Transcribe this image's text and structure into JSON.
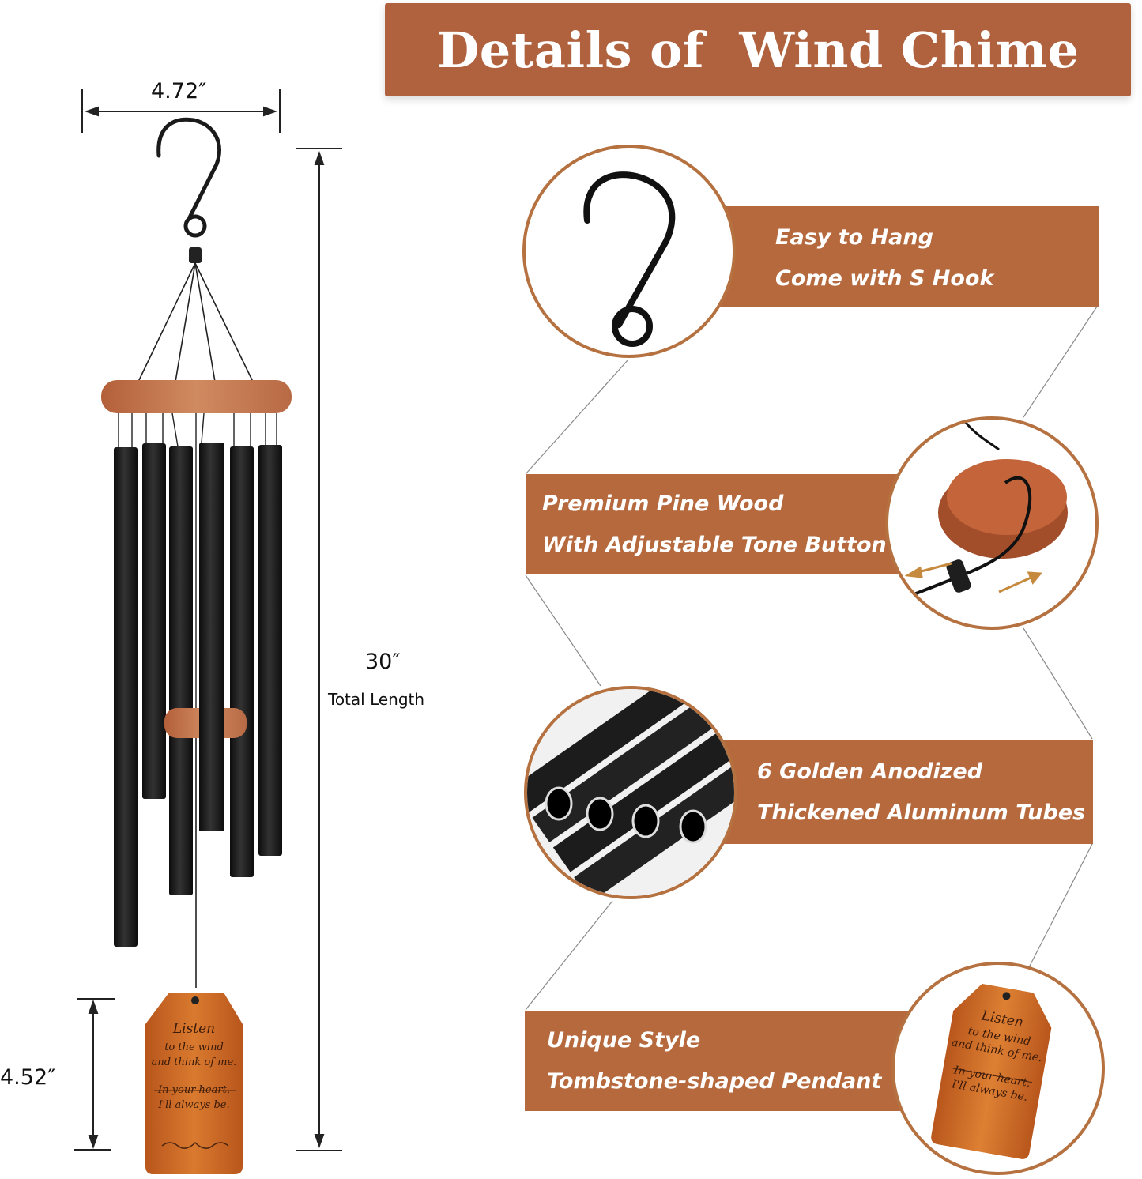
{
  "title": "Details of  Wind Chime",
  "colors": {
    "banner": "#b0623e",
    "feature_bar": "#b5693d",
    "circle_border": "#b5713f",
    "wood": "#c0663a",
    "tube": "#1a1a1a"
  },
  "dimensions": {
    "width": "4.72″",
    "total_length_value": "30″",
    "total_length_label": "Total Length",
    "pendant_height": "4.52″"
  },
  "pendant": {
    "script_word": "Listen",
    "line1": "to the wind",
    "line2": "and think of me.",
    "line3": "In your heart,",
    "line4": "I'll always be."
  },
  "features": [
    {
      "line1": "Easy to Hang",
      "line2": "Come with S Hook",
      "image": "s-hook"
    },
    {
      "line1": "Premium Pine Wood",
      "line2": "With Adjustable Tone Button",
      "image": "wood-tone-button"
    },
    {
      "line1": "6 Golden Anodized",
      "line2": "Thickened Aluminum Tubes",
      "image": "aluminum-tubes"
    },
    {
      "line1": "Unique Style",
      "line2": "Tombstone-shaped Pendant",
      "image": "pendant"
    }
  ]
}
